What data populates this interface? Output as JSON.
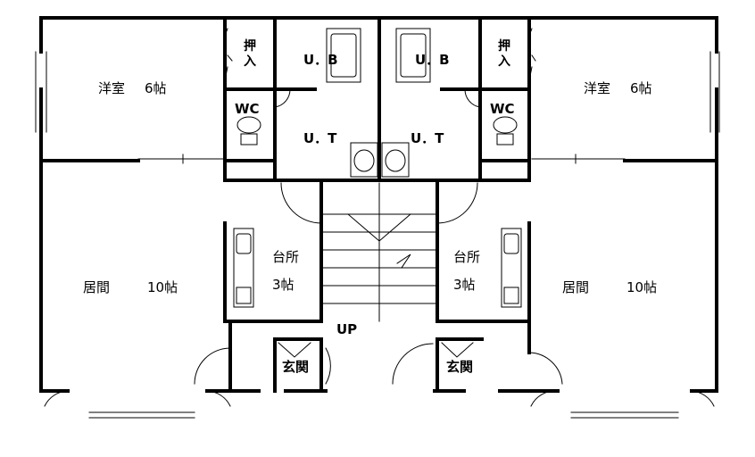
{
  "units": [
    {
      "side": "left",
      "rooms": {
        "western_room": "洋室",
        "western_room_size": "6帖",
        "closet": "押入",
        "bath": "U．B",
        "wc": "WC",
        "utility": "U．T",
        "kitchen": "台所",
        "kitchen_size": "3帖",
        "living": "居間",
        "living_size": "10帖",
        "entrance": "玄関"
      }
    },
    {
      "side": "right",
      "rooms": {
        "western_room": "洋室",
        "western_room_size": "6帖",
        "closet": "押入",
        "bath": "U．B",
        "wc": "WC",
        "utility": "U．T",
        "kitchen": "台所",
        "kitchen_size": "3帖",
        "living": "居間",
        "living_size": "10帖",
        "entrance": "玄関"
      }
    }
  ],
  "stairs_label": "UP",
  "colors": {
    "wall": "#000000",
    "background": "#ffffff"
  }
}
